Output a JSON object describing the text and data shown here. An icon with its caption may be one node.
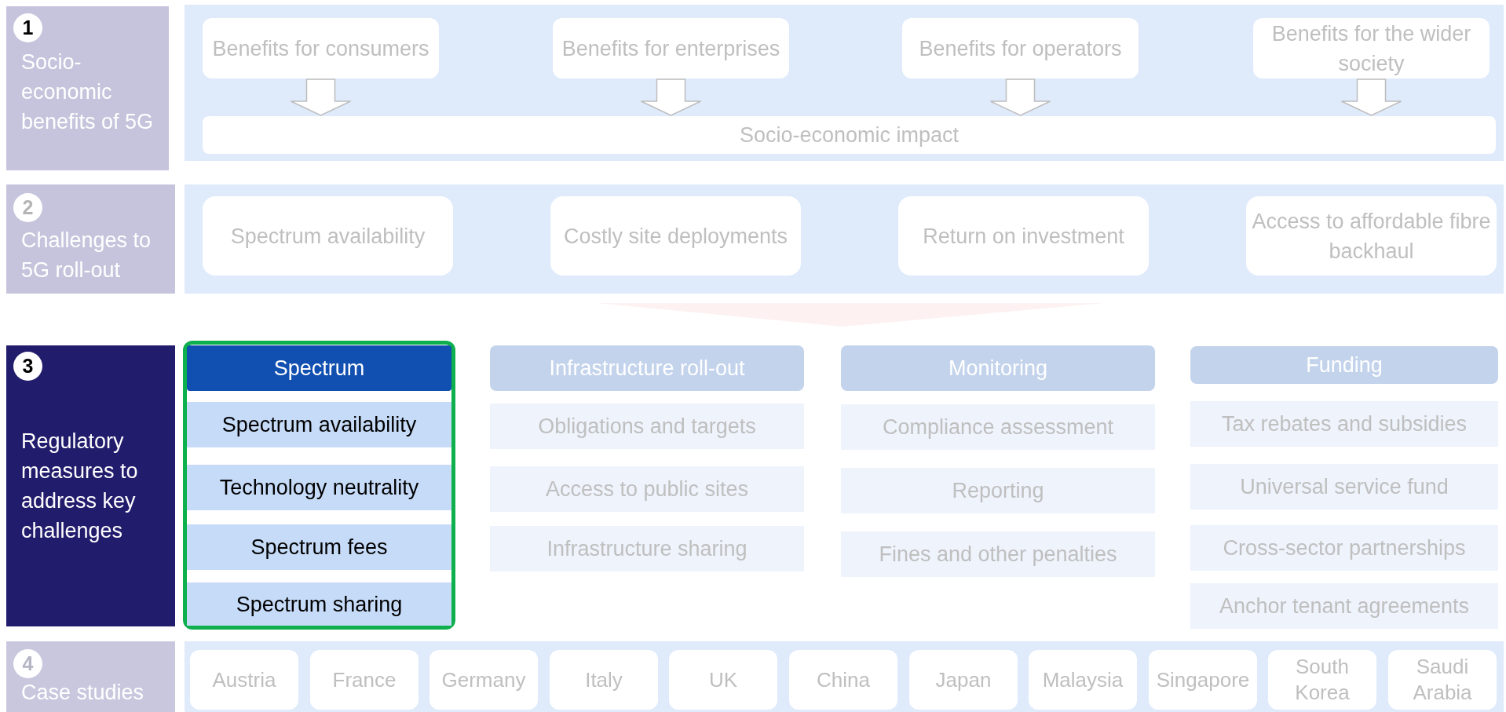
{
  "diagram": {
    "nodes": [
      {
        "text": [
          "Socio-economic benefits of 5G"
        ]
      },
      {
        "text": [
          "1"
        ],
        "in": 0
      },
      {
        "text": [],
        "shape": "box"
      },
      {
        "text": [
          "Benefits for consumers"
        ],
        "in": 2
      },
      {
        "text": [
          "Benefits for enterprises"
        ],
        "in": 2
      },
      {
        "text": [
          "Benefits for operators"
        ],
        "in": 2
      },
      {
        "text": [
          "Benefits for the wider society"
        ],
        "in": 2
      },
      {
        "text": [
          "Socio-economic impact"
        ],
        "in": 2
      },
      {
        "text": [
          "Challenges to 5G roll-out"
        ]
      },
      {
        "text": [
          "2"
        ],
        "in": 8
      },
      {
        "text": [],
        "shape": "box"
      },
      {
        "text": [
          "Spectrum availability"
        ],
        "in": 10
      },
      {
        "text": [
          "Costly site deployments"
        ],
        "in": 10
      },
      {
        "text": [
          "Return on investment"
        ],
        "in": 10
      },
      {
        "text": [
          "Access to affordable fibre backhaul"
        ],
        "in": 10
      },
      {
        "text": [
          "Regulatory measures to address key challenges"
        ]
      },
      {
        "text": [
          "3"
        ],
        "in": 15
      },
      {
        "text": [],
        "shape": "box"
      },
      {
        "text": [
          "Spectrum"
        ],
        "in": 17
      },
      {
        "text": [
          "Spectrum availability"
        ],
        "in": 17
      },
      {
        "text": [
          "Technology neutrality"
        ],
        "in": 17
      },
      {
        "text": [
          "Spectrum fees"
        ],
        "in": 17
      },
      {
        "text": [
          "Spectrum sharing"
        ],
        "in": 17
      },
      {
        "text": [
          "Infrastructure roll-out"
        ]
      },
      {
        "text": [
          "Obligations and targets"
        ]
      },
      {
        "text": [
          "Access to public sites"
        ]
      },
      {
        "text": [
          "Infrastructure sharing"
        ]
      },
      {
        "text": [
          "Monitoring"
        ]
      },
      {
        "text": [
          "Compliance assessment"
        ]
      },
      {
        "text": [
          "Reporting"
        ]
      },
      {
        "text": [
          "Fines and other penalties"
        ]
      },
      {
        "text": [
          "Funding"
        ]
      },
      {
        "text": [
          "Tax rebates and subsidies"
        ]
      },
      {
        "text": [
          "Universal service fund"
        ]
      },
      {
        "text": [
          "Cross-sector partnerships"
        ]
      },
      {
        "text": [
          "Anchor tenant agreements"
        ]
      },
      {
        "text": [
          "Case studies"
        ]
      },
      {
        "text": [
          "4"
        ],
        "in": 36
      },
      {
        "text": [],
        "shape": "box"
      },
      {
        "text": [
          "Austria"
        ],
        "in": 38
      },
      {
        "text": [
          "France"
        ],
        "in": 38
      },
      {
        "text": [
          "Germany"
        ],
        "in": 38
      },
      {
        "text": [
          "Italy"
        ],
        "in": 38
      },
      {
        "text": [
          "UK"
        ],
        "in": 38
      },
      {
        "text": [
          "China"
        ],
        "in": 38
      },
      {
        "text": [
          "Japan"
        ],
        "in": 38
      },
      {
        "text": [
          "Malaysia"
        ],
        "in": 38
      },
      {
        "text": [
          "Singapore"
        ],
        "in": 38
      },
      {
        "text": [
          "South Korea"
        ],
        "in": 38
      },
      {
        "text": [
          "Saudi Arabia"
        ],
        "in": 38
      }
    ],
    "edges": [
      {
        "from": 3,
        "to": 7,
        "arrow": "to"
      },
      {
        "from": 4,
        "to": 7,
        "arrow": "to"
      },
      {
        "from": 5,
        "to": 7,
        "arrow": "to"
      },
      {
        "from": 6,
        "to": 7,
        "arrow": "to"
      }
    ]
  }
}
